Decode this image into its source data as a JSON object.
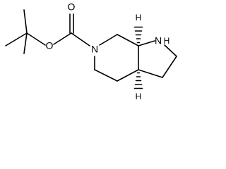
{
  "molecule": {
    "atoms": {
      "carbonyl_oxygen": "O",
      "ester_oxygen": "O",
      "ring_nitrogen_boc": "N",
      "ring_nitrogen_pyrrolidine": "N",
      "pyrrolidine_nh_hydrogen": "H",
      "stereo_hydrogen_top": "H",
      "stereo_hydrogen_bottom": "H"
    }
  }
}
